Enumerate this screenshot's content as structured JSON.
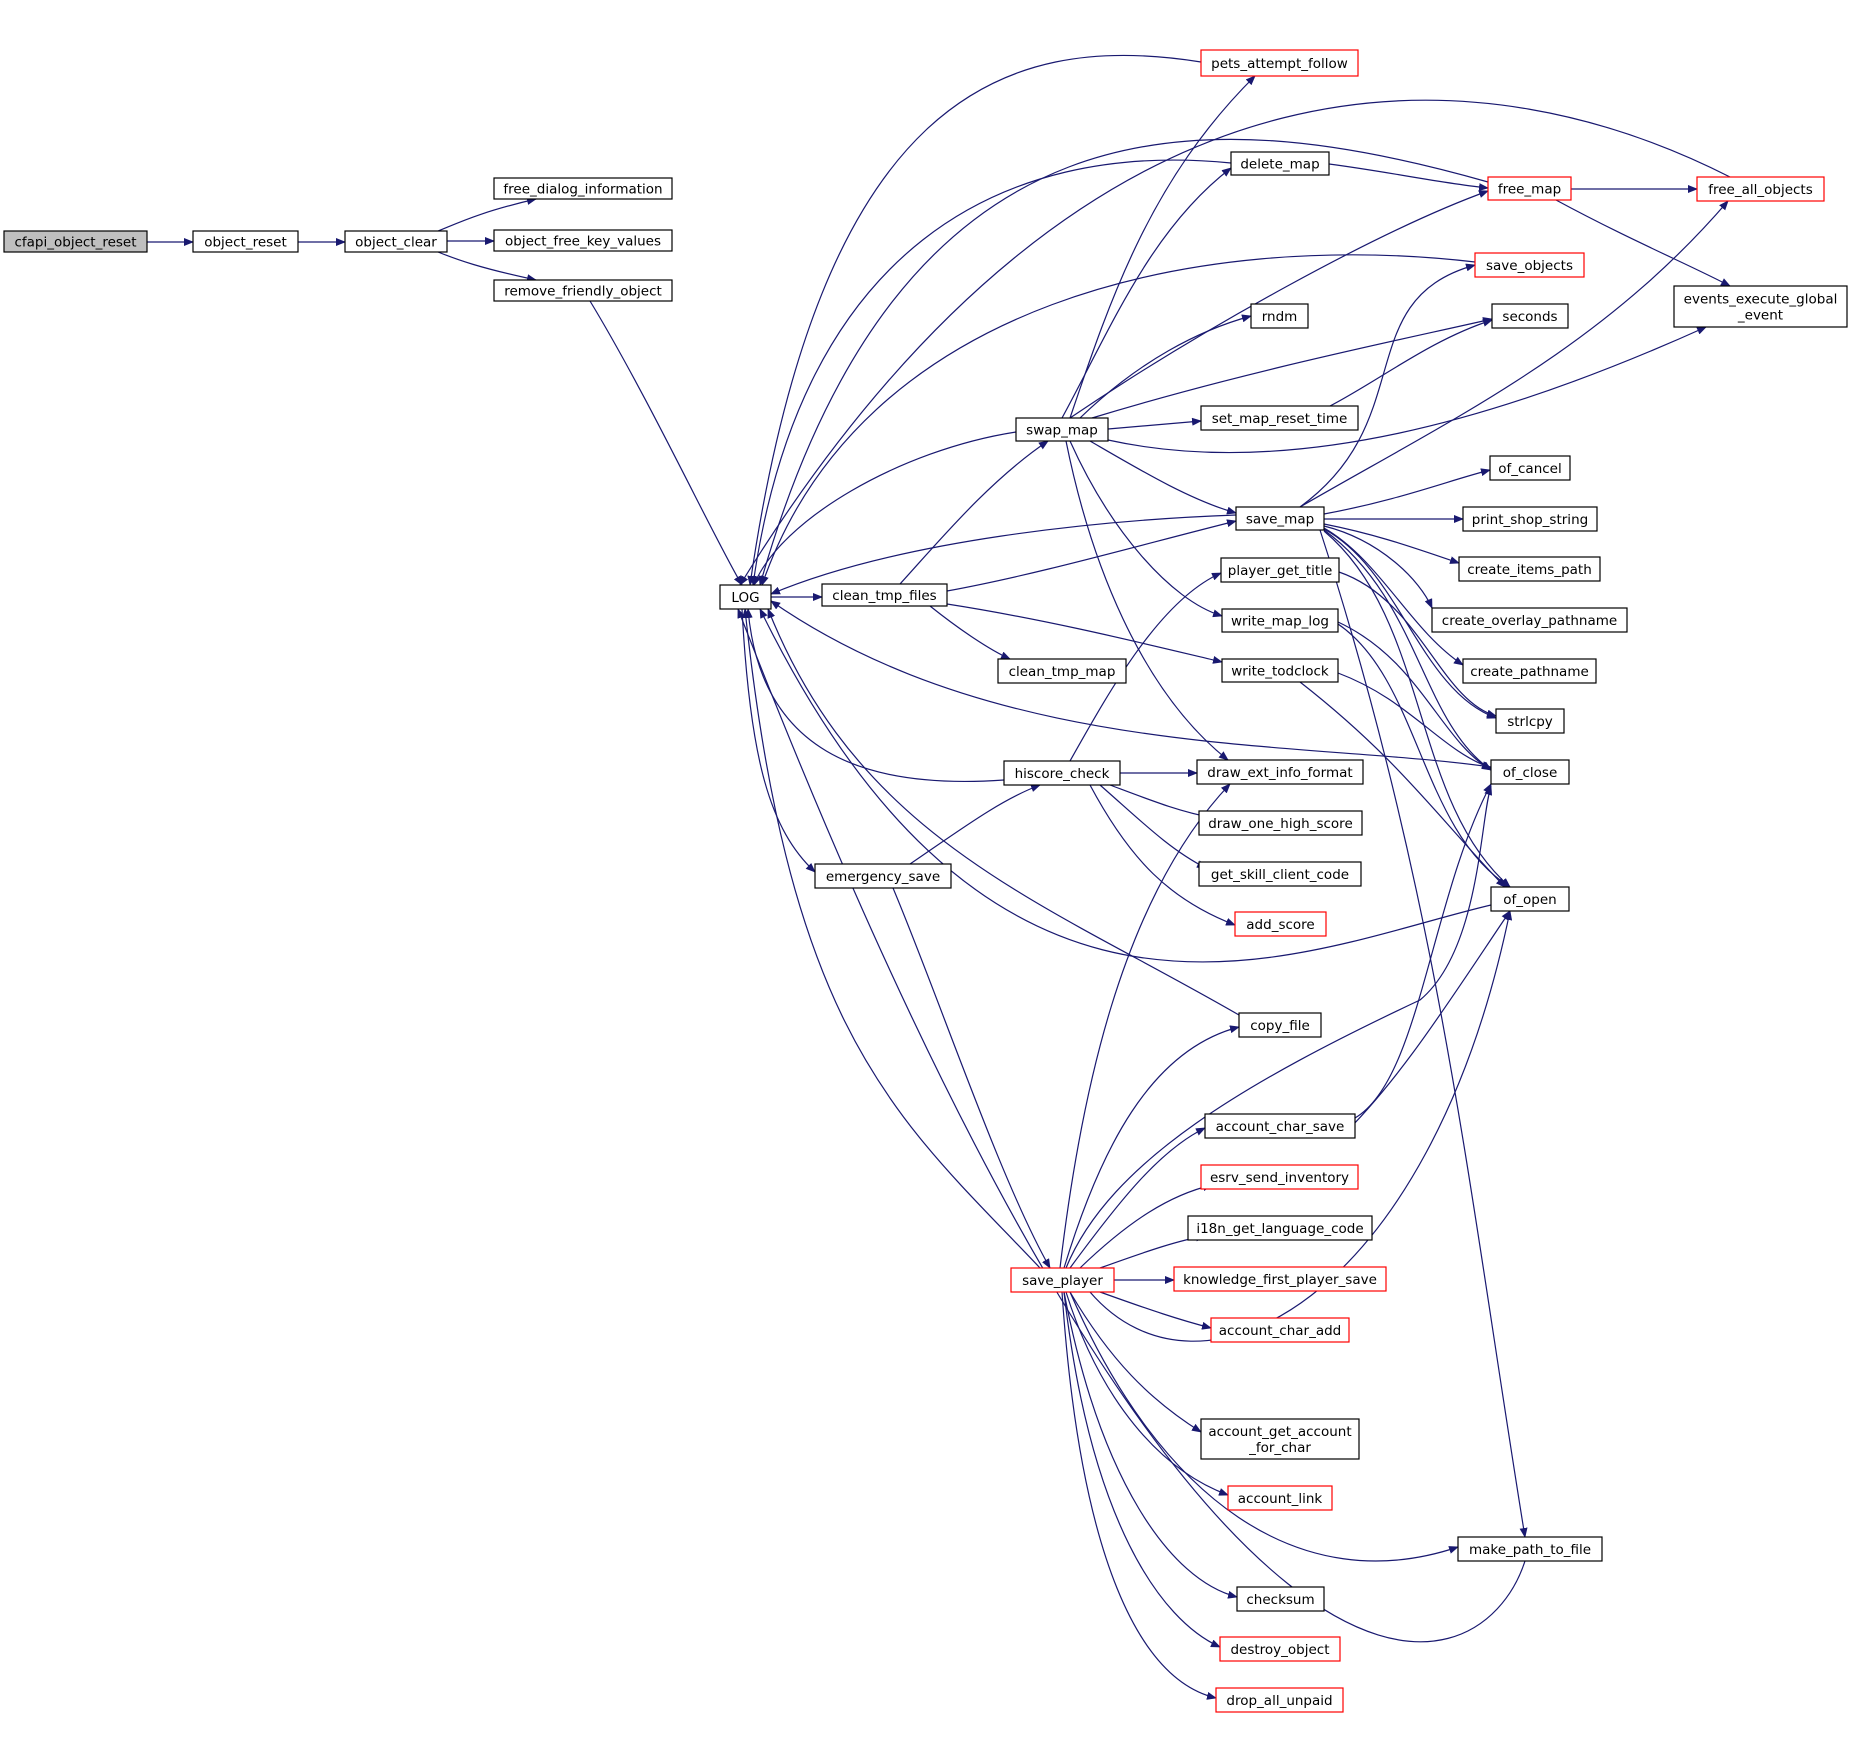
{
  "colors": {
    "edge": "#191970",
    "node_border": "#000000",
    "node_border_truncated": "#ff0000",
    "node_fill": "#ffffff",
    "root_fill": "#bfbfbf"
  },
  "nodes": [
    {
      "id": "cfapi_object_reset",
      "label": "cfapi_object_reset",
      "root": true
    },
    {
      "id": "object_reset",
      "label": "object_reset"
    },
    {
      "id": "object_clear",
      "label": "object_clear"
    },
    {
      "id": "free_dialog_information",
      "label": "free_dialog_information"
    },
    {
      "id": "object_free_key_values",
      "label": "object_free_key_values"
    },
    {
      "id": "remove_friendly_object",
      "label": "remove_friendly_object"
    },
    {
      "id": "LOG",
      "label": "LOG"
    },
    {
      "id": "clean_tmp_files",
      "label": "clean_tmp_files"
    },
    {
      "id": "clean_tmp_map",
      "label": "clean_tmp_map"
    },
    {
      "id": "emergency_save",
      "label": "emergency_save"
    },
    {
      "id": "hiscore_check",
      "label": "hiscore_check"
    },
    {
      "id": "save_player",
      "label": "save_player",
      "truncated": true
    },
    {
      "id": "swap_map",
      "label": "swap_map"
    },
    {
      "id": "pets_attempt_follow",
      "label": "pets_attempt_follow",
      "truncated": true
    },
    {
      "id": "delete_map",
      "label": "delete_map"
    },
    {
      "id": "rndm",
      "label": "rndm"
    },
    {
      "id": "set_map_reset_time",
      "label": "set_map_reset_time"
    },
    {
      "id": "save_map",
      "label": "save_map"
    },
    {
      "id": "player_get_title",
      "label": "player_get_title"
    },
    {
      "id": "write_map_log",
      "label": "write_map_log"
    },
    {
      "id": "write_todclock",
      "label": "write_todclock"
    },
    {
      "id": "draw_ext_info_format",
      "label": "draw_ext_info_format"
    },
    {
      "id": "draw_one_high_score",
      "label": "draw_one_high_score"
    },
    {
      "id": "get_skill_client_code",
      "label": "get_skill_client_code"
    },
    {
      "id": "add_score",
      "label": "add_score",
      "truncated": true
    },
    {
      "id": "copy_file",
      "label": "copy_file"
    },
    {
      "id": "account_char_save",
      "label": "account_char_save"
    },
    {
      "id": "esrv_send_inventory",
      "label": "esrv_send_inventory",
      "truncated": true
    },
    {
      "id": "i18n_get_language_code",
      "label": "i18n_get_language_code"
    },
    {
      "id": "knowledge_first_player_save",
      "label": "knowledge_first_player_save",
      "truncated": true
    },
    {
      "id": "account_char_add",
      "label": "account_char_add",
      "truncated": true
    },
    {
      "id": "account_get_account_for_char",
      "label": "account_get_account\n_for_char"
    },
    {
      "id": "account_link",
      "label": "account_link",
      "truncated": true
    },
    {
      "id": "checksum",
      "label": "checksum"
    },
    {
      "id": "destroy_object",
      "label": "destroy_object",
      "truncated": true
    },
    {
      "id": "drop_all_unpaid",
      "label": "drop_all_unpaid",
      "truncated": true
    },
    {
      "id": "free_map",
      "label": "free_map",
      "truncated": true
    },
    {
      "id": "save_objects",
      "label": "save_objects",
      "truncated": true
    },
    {
      "id": "seconds",
      "label": "seconds"
    },
    {
      "id": "of_cancel",
      "label": "of_cancel"
    },
    {
      "id": "print_shop_string",
      "label": "print_shop_string"
    },
    {
      "id": "create_items_path",
      "label": "create_items_path"
    },
    {
      "id": "create_overlay_pathname",
      "label": "create_overlay_pathname"
    },
    {
      "id": "create_pathname",
      "label": "create_pathname"
    },
    {
      "id": "strlcpy",
      "label": "strlcpy"
    },
    {
      "id": "of_close",
      "label": "of_close"
    },
    {
      "id": "of_open",
      "label": "of_open"
    },
    {
      "id": "make_path_to_file",
      "label": "make_path_to_file"
    },
    {
      "id": "free_all_objects",
      "label": "free_all_objects",
      "truncated": true
    },
    {
      "id": "events_execute_global_event",
      "label": "events_execute_global\n_event"
    }
  ],
  "edges": [
    [
      "cfapi_object_reset",
      "object_reset"
    ],
    [
      "object_reset",
      "object_clear"
    ],
    [
      "object_clear",
      "free_dialog_information"
    ],
    [
      "object_clear",
      "object_free_key_values"
    ],
    [
      "object_clear",
      "remove_friendly_object"
    ],
    [
      "remove_friendly_object",
      "LOG"
    ],
    [
      "LOG",
      "clean_tmp_files"
    ],
    [
      "LOG",
      "emergency_save"
    ],
    [
      "clean_tmp_files",
      "clean_tmp_map"
    ],
    [
      "clean_tmp_files",
      "swap_map"
    ],
    [
      "clean_tmp_files",
      "save_map"
    ],
    [
      "clean_tmp_files",
      "write_todclock"
    ],
    [
      "emergency_save",
      "hiscore_check"
    ],
    [
      "emergency_save",
      "save_player"
    ],
    [
      "swap_map",
      "LOG"
    ],
    [
      "swap_map",
      "pets_attempt_follow"
    ],
    [
      "swap_map",
      "delete_map"
    ],
    [
      "swap_map",
      "free_map"
    ],
    [
      "swap_map",
      "rndm"
    ],
    [
      "swap_map",
      "seconds"
    ],
    [
      "swap_map",
      "set_map_reset_time"
    ],
    [
      "swap_map",
      "events_execute_global_event"
    ],
    [
      "swap_map",
      "save_map"
    ],
    [
      "swap_map",
      "write_map_log"
    ],
    [
      "swap_map",
      "draw_ext_info_format"
    ],
    [
      "pets_attempt_follow",
      "LOG"
    ],
    [
      "delete_map",
      "LOG"
    ],
    [
      "delete_map",
      "free_map"
    ],
    [
      "free_map",
      "LOG"
    ],
    [
      "free_map",
      "free_all_objects"
    ],
    [
      "free_map",
      "events_execute_global_event"
    ],
    [
      "free_all_objects",
      "LOG"
    ],
    [
      "save_objects",
      "LOG"
    ],
    [
      "set_map_reset_time",
      "seconds"
    ],
    [
      "save_map",
      "LOG"
    ],
    [
      "save_map",
      "save_objects"
    ],
    [
      "save_map",
      "free_all_objects"
    ],
    [
      "save_map",
      "of_cancel"
    ],
    [
      "save_map",
      "print_shop_string"
    ],
    [
      "save_map",
      "create_items_path"
    ],
    [
      "save_map",
      "create_overlay_pathname"
    ],
    [
      "save_map",
      "create_pathname"
    ],
    [
      "save_map",
      "strlcpy"
    ],
    [
      "save_map",
      "of_close"
    ],
    [
      "save_map",
      "of_open"
    ],
    [
      "save_map",
      "make_path_to_file"
    ],
    [
      "player_get_title",
      "strlcpy"
    ],
    [
      "write_map_log",
      "of_close"
    ],
    [
      "write_map_log",
      "of_open"
    ],
    [
      "write_todclock",
      "of_close"
    ],
    [
      "write_todclock",
      "of_open"
    ],
    [
      "hiscore_check",
      "LOG"
    ],
    [
      "hiscore_check",
      "player_get_title"
    ],
    [
      "hiscore_check",
      "draw_ext_info_format"
    ],
    [
      "hiscore_check",
      "draw_one_high_score"
    ],
    [
      "hiscore_check",
      "get_skill_client_code"
    ],
    [
      "hiscore_check",
      "add_score"
    ],
    [
      "copy_file",
      "LOG"
    ],
    [
      "of_close",
      "LOG"
    ],
    [
      "of_open",
      "LOG"
    ],
    [
      "make_path_to_file",
      "LOG"
    ],
    [
      "save_player",
      "LOG"
    ],
    [
      "save_player",
      "draw_ext_info_format"
    ],
    [
      "save_player",
      "copy_file"
    ],
    [
      "save_player",
      "of_close"
    ],
    [
      "save_player",
      "account_char_save"
    ],
    [
      "save_player",
      "esrv_send_inventory"
    ],
    [
      "save_player",
      "i18n_get_language_code"
    ],
    [
      "save_player",
      "knowledge_first_player_save"
    ],
    [
      "save_player",
      "account_char_add"
    ],
    [
      "save_player",
      "of_open"
    ],
    [
      "save_player",
      "account_get_account_for_char"
    ],
    [
      "save_player",
      "account_link"
    ],
    [
      "save_player",
      "make_path_to_file"
    ],
    [
      "save_player",
      "checksum"
    ],
    [
      "save_player",
      "destroy_object"
    ],
    [
      "save_player",
      "drop_all_unpaid"
    ],
    [
      "account_char_save",
      "of_close"
    ],
    [
      "account_char_save",
      "of_open"
    ]
  ]
}
